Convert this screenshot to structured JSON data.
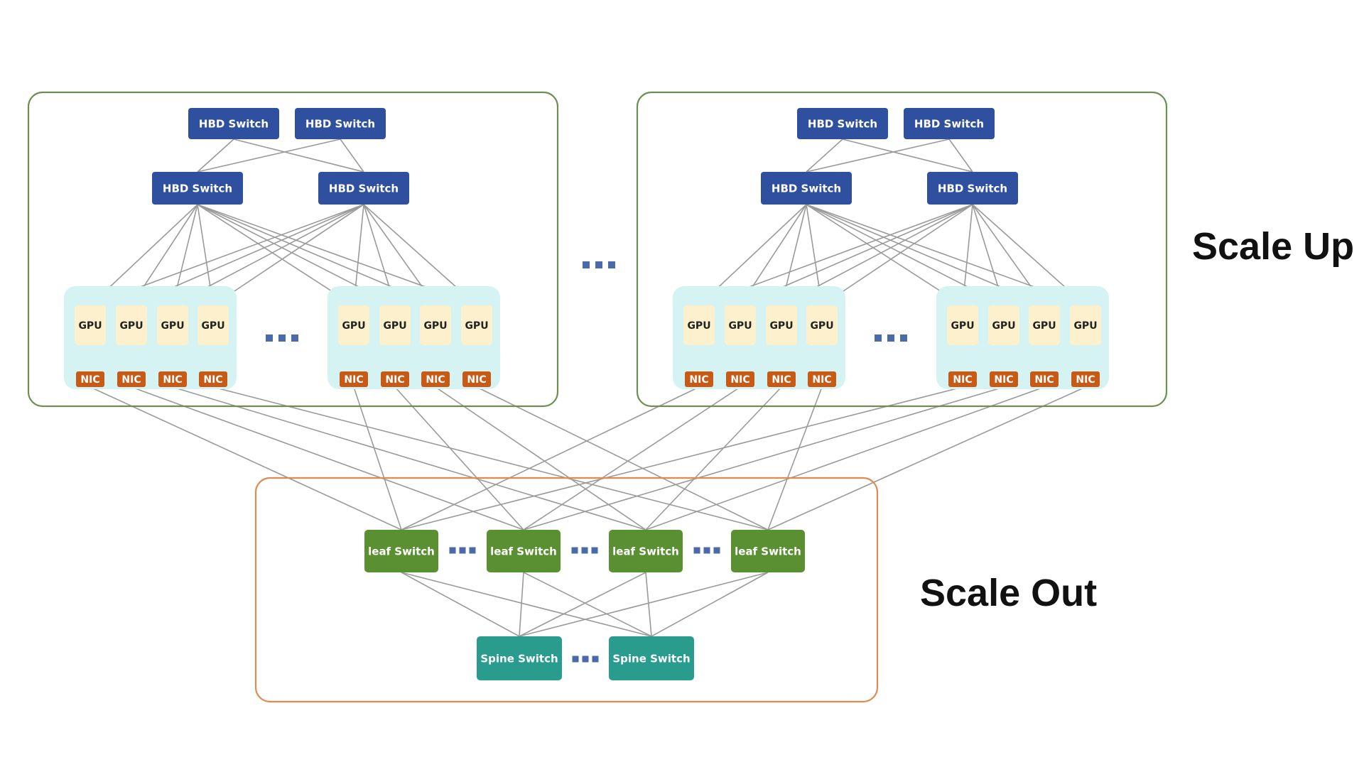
{
  "labels": {
    "hbd_switch": "HBD Switch",
    "gpu": "GPU",
    "nic": "NIC",
    "leaf_switch": "leaf Switch",
    "spine_switch": "Spine Switch",
    "scale_up": "Scale Up",
    "scale_out": "Scale Out"
  },
  "colors": {
    "hbd_switch": "#2f4f9f",
    "gpu": "#fdf0cc",
    "nic": "#c85a16",
    "server_panel": "#d6f3f3",
    "leaf_switch": "#5a9032",
    "spine_switch": "#2a9c8e",
    "pod_border": "#6c8f4f",
    "scale_out_border": "#e08a52",
    "link": "#9a9a9a",
    "ellipsis": "#4a6aa8"
  },
  "structure": {
    "pods": 2,
    "tier1_switches_per_pod": 2,
    "tier2_switches_per_pod": 2,
    "server_groups_per_pod": 2,
    "gpus_per_group": 4,
    "leaf_switches": 4,
    "spine_switches": 2
  }
}
